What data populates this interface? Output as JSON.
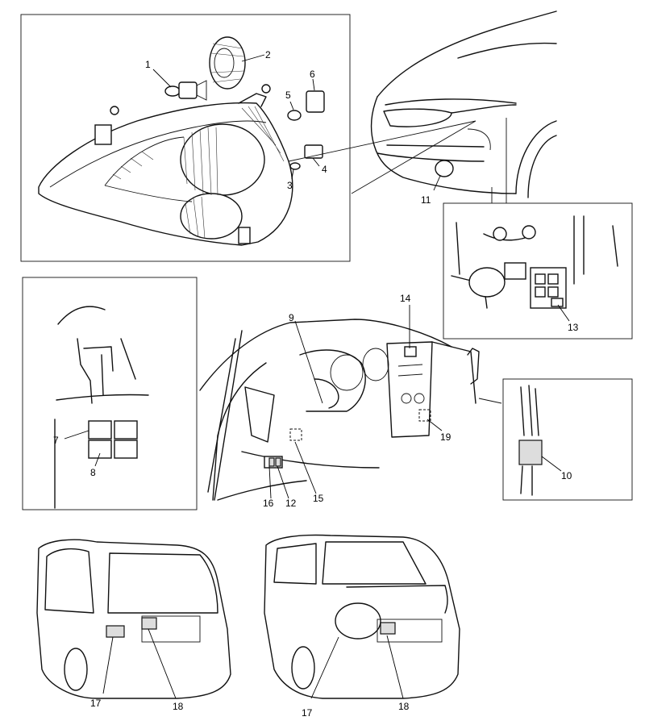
{
  "callouts": {
    "c1": "1",
    "c2": "2",
    "c3": "3",
    "c4": "4",
    "c5": "5",
    "c6": "6",
    "c7": "7",
    "c8": "8",
    "c9": "9",
    "c10": "10",
    "c11": "11",
    "c12": "12",
    "c13": "13",
    "c14": "14",
    "c15": "15",
    "c16": "16",
    "c17a": "17",
    "c18a": "18",
    "c17b": "17",
    "c18b": "18",
    "c19": "19"
  }
}
